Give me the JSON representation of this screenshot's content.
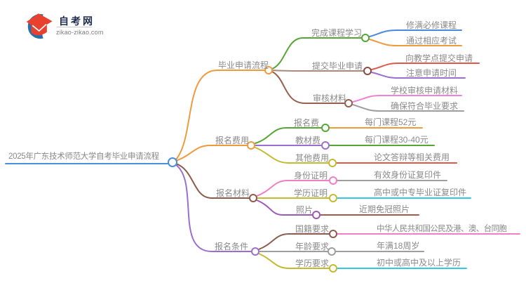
{
  "logo": {
    "site_name": "自考网",
    "site_domain": "zikao-zikao.com"
  },
  "palette": {
    "root_blue": "#4a90d9",
    "orange": "#f09a3e",
    "green": "#56a636",
    "leaf_blue": "#4a89dc",
    "rosybrown": "#a8897c",
    "maroon": "#8b4a3e",
    "review_brown": "#96604f",
    "brown": "#8d5b4c",
    "orchid_pink": "#ee82d5",
    "hot_pink": "#f07fc3",
    "gray": "#9e9e9e",
    "purple": "#9b6fd0",
    "deep_purple": "#9b59b6",
    "olive": "#c3ba2f",
    "red": "#e2574c",
    "cyan": "#30c9e8",
    "leaf_brown": "#a65a4e",
    "logo_blue": "#2c6fa8",
    "logo_red": "#e8412f",
    "text_gray": "#8a8a8a"
  },
  "mindmap": {
    "root": {
      "label": "2025年广东技术师范大学自考毕业申请流程",
      "color": "#4a90d9"
    },
    "branches": [
      {
        "label": "毕业申请流程",
        "color": "#f09a3e",
        "children": [
          {
            "label": "完成课程学习",
            "color": "#56a636",
            "leaves": [
              {
                "label": "修满必修课程",
                "color": "#4a89dc"
              },
              {
                "label": "通过相应考试",
                "color": "#f09a3e"
              }
            ]
          },
          {
            "label": "提交毕业申请",
            "color": "#a8897c",
            "leaves": [
              {
                "label": "向教学点提交申请",
                "color": "#e2574c"
              },
              {
                "label": "注意申请时间",
                "color": "#9b6fd0"
              }
            ]
          },
          {
            "label": "审核材料",
            "color": "#96604f",
            "leaves": [
              {
                "label": "学校审核申请材料",
                "color": "#ee82d5"
              },
              {
                "label": "确保符合毕业要求",
                "color": "#9e9e9e"
              }
            ]
          }
        ]
      },
      {
        "label": "报名费用",
        "color": "#f09a3e",
        "children": [
          {
            "label": "报名费",
            "color": "#56a636",
            "leaves": [
              {
                "label": "每门课程52元",
                "color": "#f09a3e"
              }
            ]
          },
          {
            "label": "教材费",
            "color": "#9b6fd0",
            "leaves": [
              {
                "label": "每门课程30-40元",
                "color": "#56a636"
              }
            ]
          },
          {
            "label": "其他费用",
            "color": "#c3ba2f",
            "leaves": [
              {
                "label": "论文答辩等相关费用",
                "color": "#e2574c"
              }
            ]
          }
        ]
      },
      {
        "label": "报名材料",
        "color": "#8d5b4c",
        "children": [
          {
            "label": "身份证明",
            "color": "#f07fc3",
            "leaves": [
              {
                "label": "有效身份证复印件",
                "color": "#9e9e9e"
              }
            ]
          },
          {
            "label": "学历证明",
            "color": "#c3ba2f",
            "leaves": [
              {
                "label": "高中或中专毕业证复印件",
                "color": "#30c9e8"
              }
            ]
          },
          {
            "label": "照片",
            "color": "#9b59b6",
            "leaves": [
              {
                "label": "近期免冠照片",
                "color": "#a65a4e"
              }
            ]
          }
        ]
      },
      {
        "label": "报名条件",
        "color": "#9b6fd0",
        "children": [
          {
            "label": "国籍要求",
            "color": "#8d5b4c",
            "leaves": [
              {
                "label": "中华人民共和国公民及港、澳、台同胞",
                "color": "#f07fc3"
              }
            ]
          },
          {
            "label": "年龄要求",
            "color": "#9e9e9e",
            "leaves": [
              {
                "label": "年满18周岁",
                "color": "#9e9e9e"
              }
            ]
          },
          {
            "label": "学历要求",
            "color": "#c3ba2f",
            "leaves": [
              {
                "label": "初中或高中及以上学历",
                "color": "#30c9e8"
              }
            ]
          }
        ]
      }
    ]
  }
}
